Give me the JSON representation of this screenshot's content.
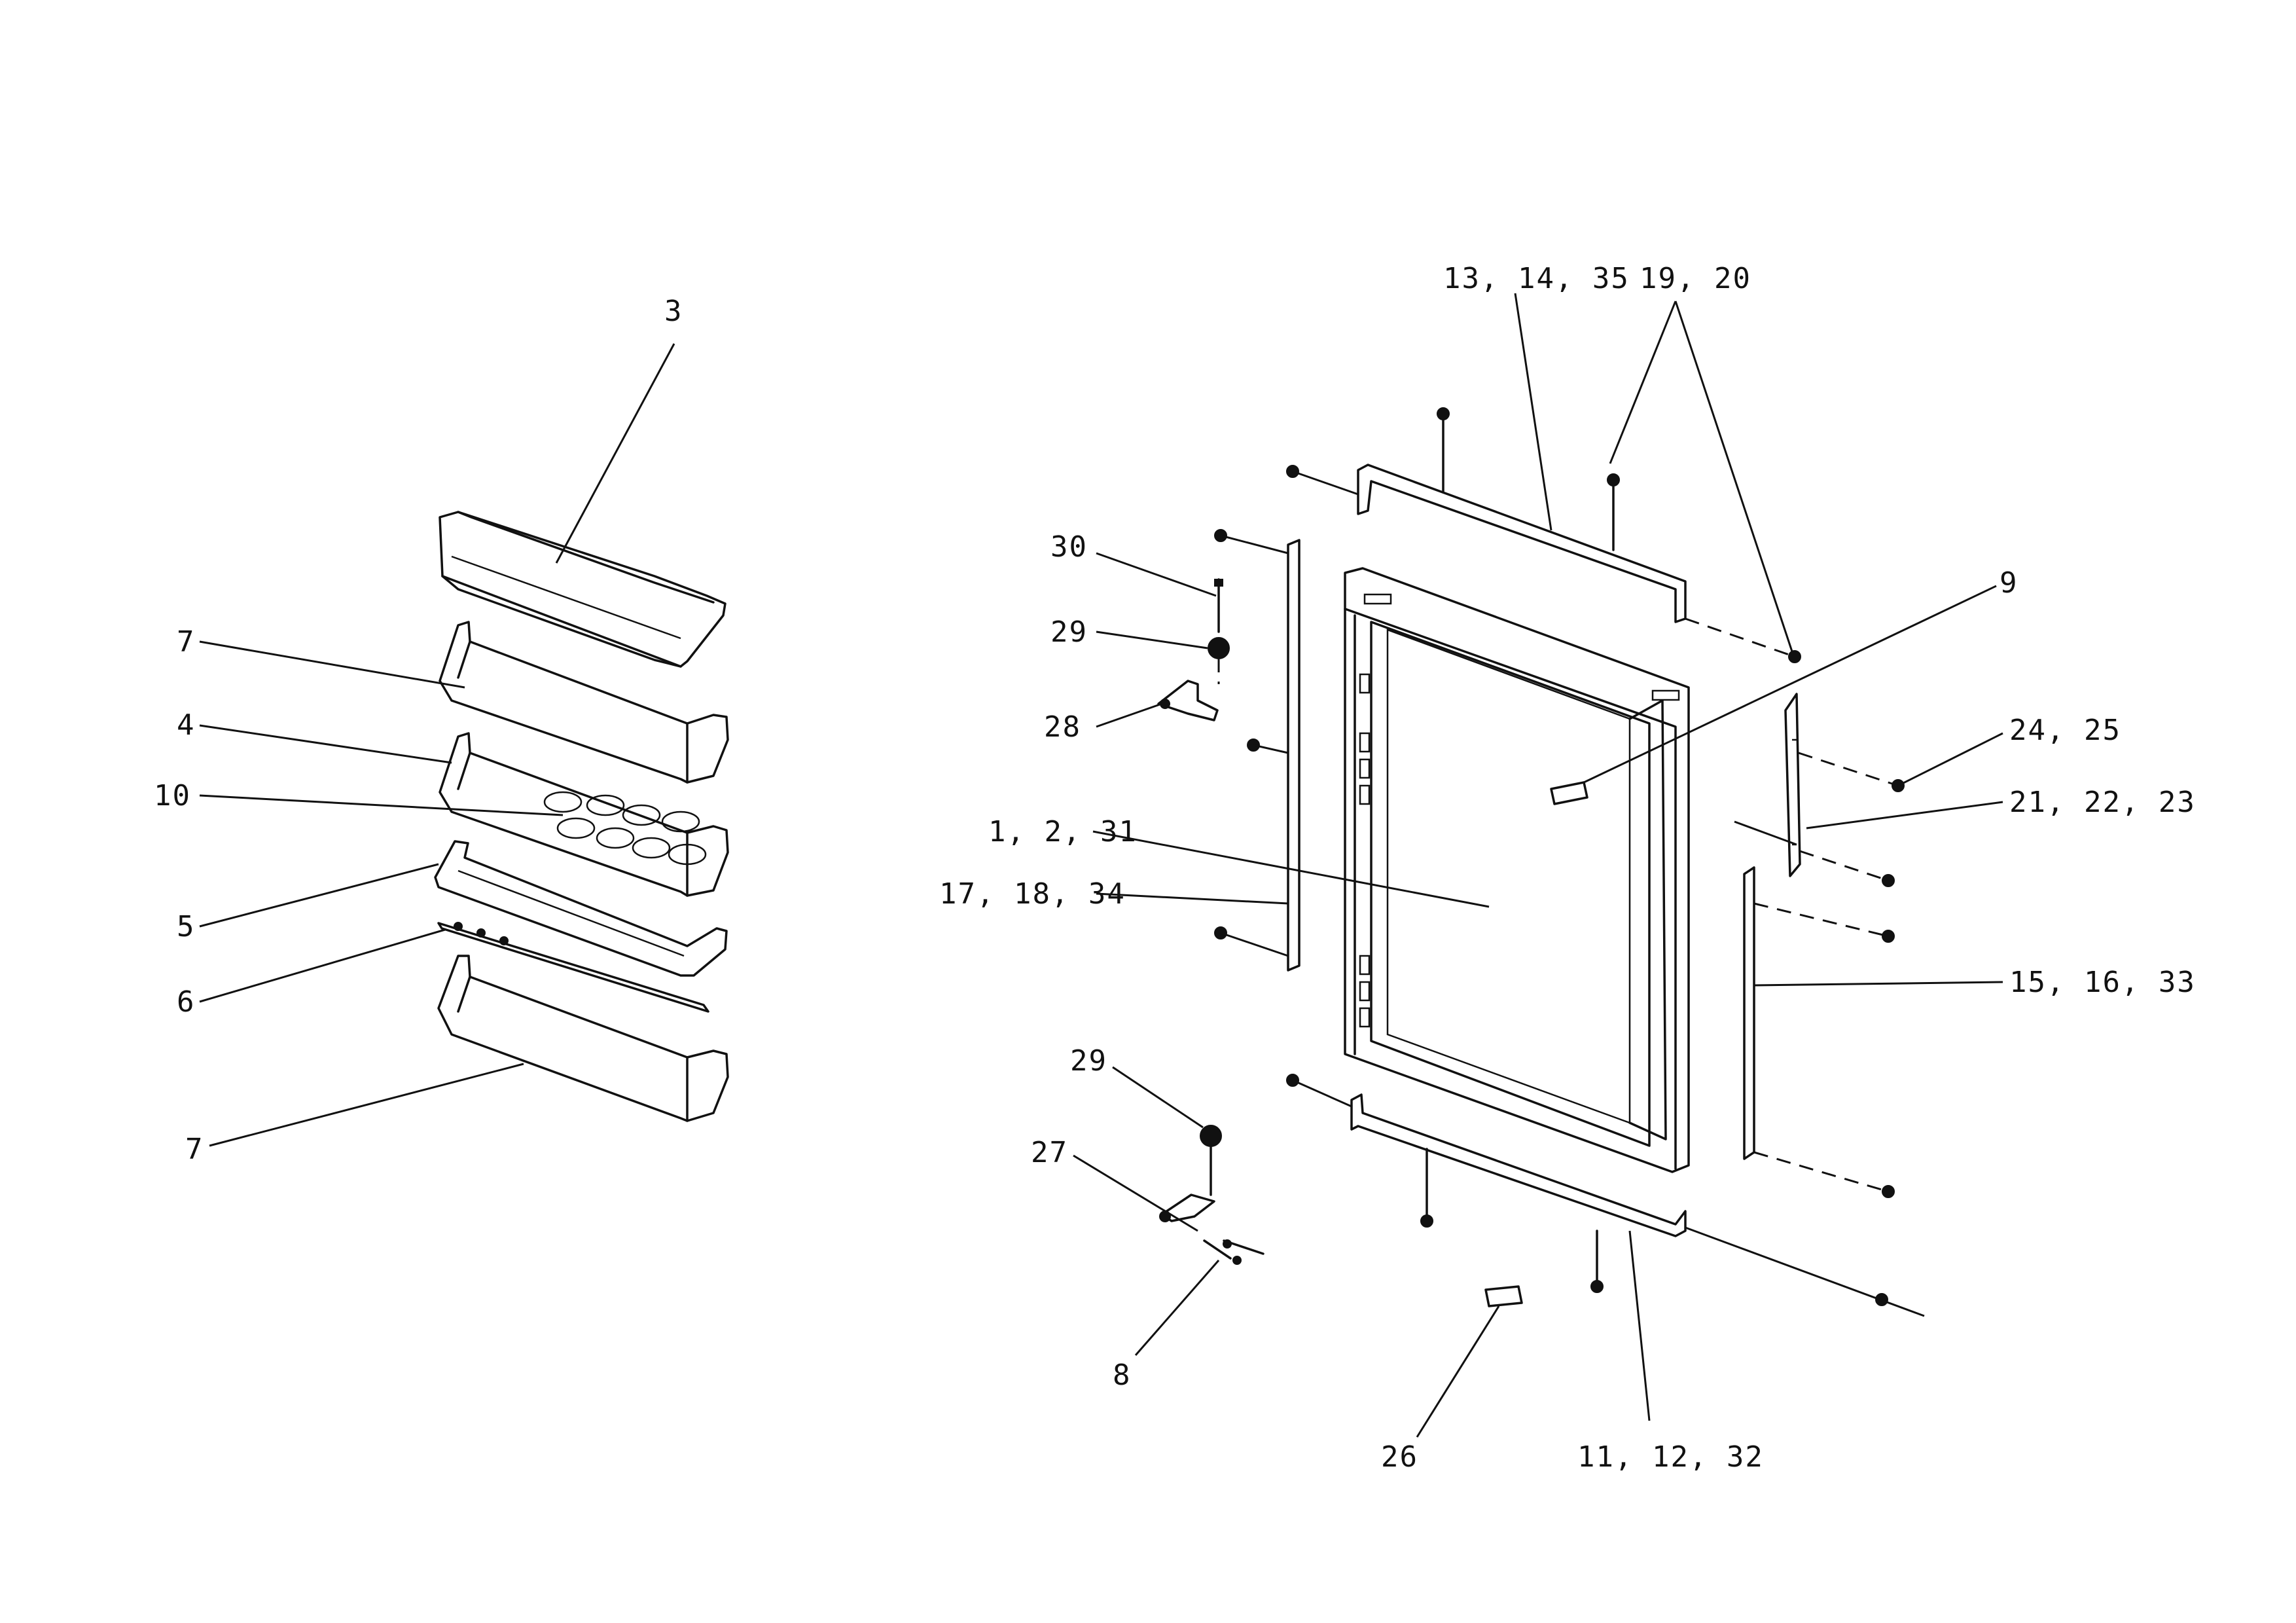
{
  "callouts": {
    "c3": "3",
    "c7a": "7",
    "c4": "4",
    "c10": "10",
    "c5": "5",
    "c6": "6",
    "c7b": "7",
    "c13_14_35": "13, 14, 35",
    "c19_20": "19, 20",
    "c9": "9",
    "c30": "30",
    "c29a": "29",
    "c28": "28",
    "c1_2_31": "1, 2, 31",
    "c17_18_34": "17, 18, 34",
    "c24_25": "24, 25",
    "c21_22_23": "21, 22, 23",
    "c15_16_33": "15, 16, 33",
    "c29b": "29",
    "c27": "27",
    "c8": "8",
    "c26": "26",
    "c11_12_32": "11, 12, 32"
  }
}
